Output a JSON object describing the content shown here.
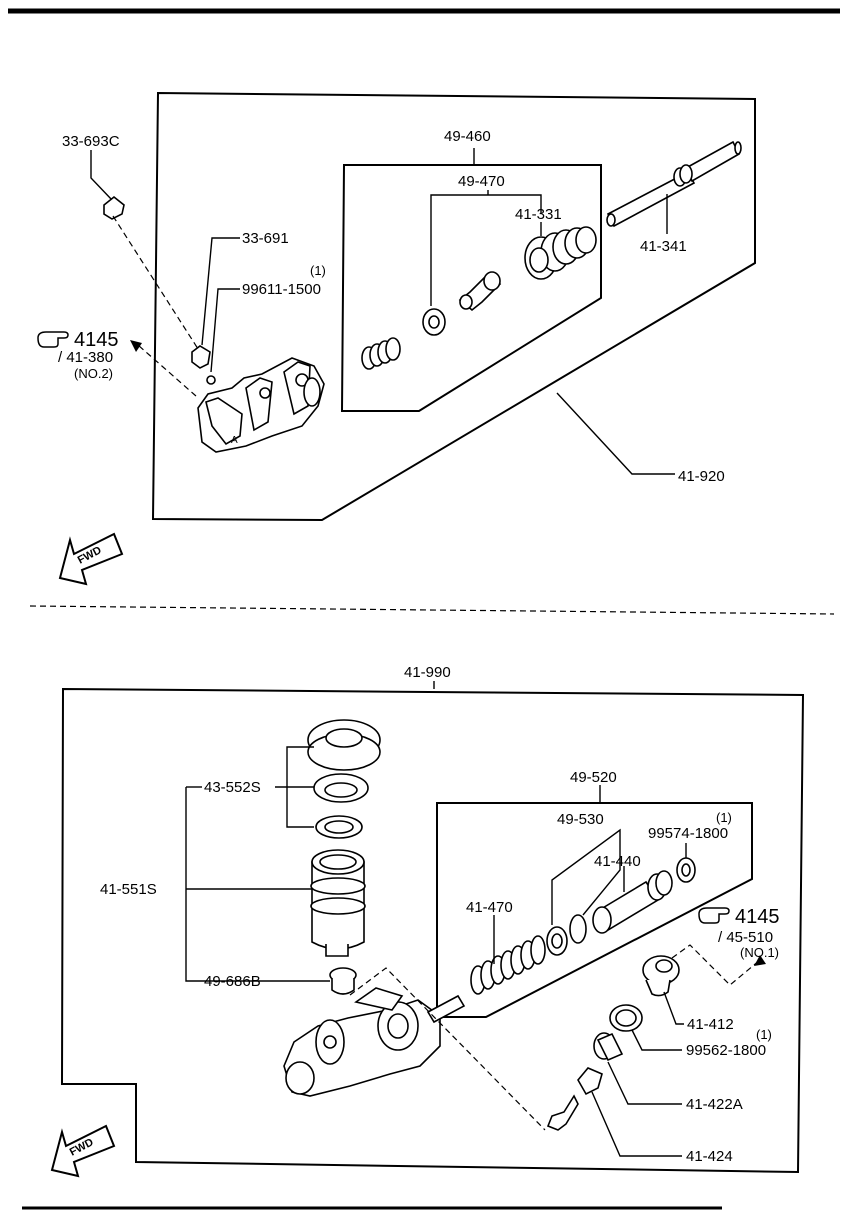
{
  "top": {
    "labels": {
      "l_33_693c": "33-693C",
      "l_49_460": "49-460",
      "l_49_470": "49-470",
      "l_41_331": "41-331",
      "l_41_341": "41-341",
      "l_33_691": "33-691",
      "l_99611_qty": "(1)",
      "l_99611": "99611-1500",
      "l_ref_4145": "4145",
      "l_ref_41_380": "/ 41-380",
      "l_ref_no2": "(NO.2)",
      "l_41_920": "41-920",
      "fwd": "FWD"
    }
  },
  "bottom": {
    "labels": {
      "l_41_990": "41-990",
      "l_43_552s": "43-552S",
      "l_41_551s": "41-551S",
      "l_49_686b": "49-686B",
      "l_49_520": "49-520",
      "l_49_530": "49-530",
      "l_99574_qty": "(1)",
      "l_99574": "99574-1800",
      "l_41_440": "41-440",
      "l_41_470": "41-470",
      "l_ref_4145": "4145",
      "l_ref_45_510": "/ 45-510",
      "l_ref_no1": "(NO.1)",
      "l_41_412": "41-412",
      "l_99562_qty": "(1)",
      "l_99562": "99562-1800",
      "l_41_422a": "41-422A",
      "l_41_424": "41-424",
      "fwd": "FWD"
    }
  },
  "icons": [
    "hand-pointer-icon",
    "fwd-arrow-icon"
  ]
}
